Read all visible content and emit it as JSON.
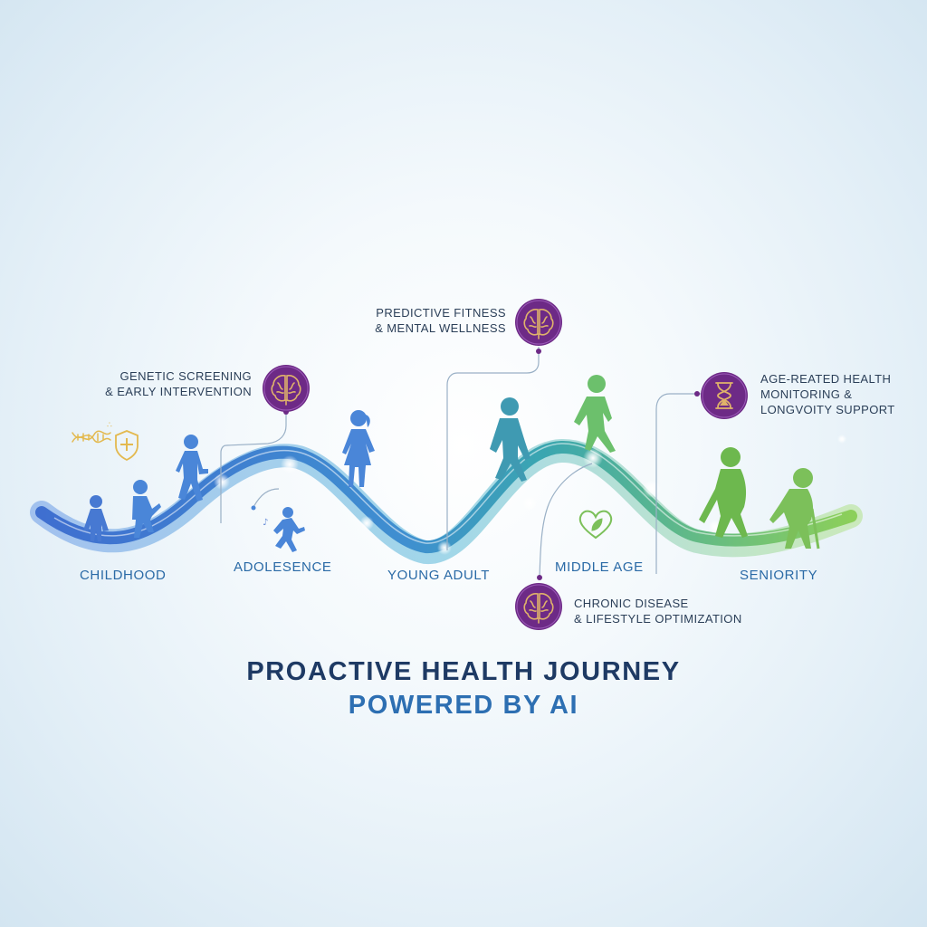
{
  "title": {
    "line1": "PROACTIVE HEALTH JOURNEY",
    "line2": "POWERED BY AI"
  },
  "stages": [
    {
      "label": "CHILDHOOD"
    },
    {
      "label": "ADOLESENCE"
    },
    {
      "label": "YOUNG ADULT"
    },
    {
      "label": "MIDDLE AGE"
    },
    {
      "label": "SENIORITY"
    }
  ],
  "callouts": [
    {
      "line1": "GENETIC SCREENING",
      "line2": "& EARLY INTERVENTION",
      "icon": "brain-icon"
    },
    {
      "line1": "PREDICTIVE FITNESS",
      "line2": "& MENTAL WELLNESS",
      "icon": "brain-icon"
    },
    {
      "line1": "CHRONIC DISEASE",
      "line2": "& LIFESTYLE OPTIMIZATION",
      "icon": "brain-icon"
    },
    {
      "line1": "AGE-REATED HEALTH",
      "line2": "MONITORING &",
      "line3": "LONGVOITY SUPPORT",
      "icon": "hourglass-icon"
    }
  ],
  "colors": {
    "wave_start": "#3f6fd0",
    "wave_mid": "#3aa6b0",
    "wave_end": "#8ccf5a",
    "icon_circle": "#6d2a86",
    "icon_glyph": "#e0b36a",
    "connector": "#9ab0c6"
  }
}
